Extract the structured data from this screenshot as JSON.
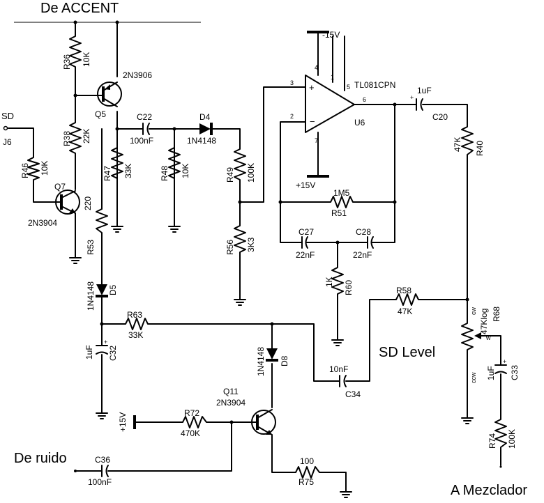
{
  "headings": {
    "de_accent": "De ACCENT",
    "de_ruido": "De ruido",
    "sd_level": "SD Level",
    "a_mezclador": "A Mezclador"
  },
  "connector": {
    "signal": "SD",
    "ref": "J6"
  },
  "transistors": {
    "q5": {
      "ref": "Q5",
      "part": "2N3906"
    },
    "q7": {
      "ref": "Q7",
      "part": "2N3904"
    },
    "q11": {
      "ref": "Q11",
      "part": "2N3904"
    }
  },
  "resistors": {
    "r36": {
      "ref": "R36",
      "value": "10K"
    },
    "r38": {
      "ref": "R38",
      "value": "22K"
    },
    "r46": {
      "ref": "R46",
      "value": "10K"
    },
    "r47": {
      "ref": "R47",
      "value": "33K"
    },
    "r48": {
      "ref": "R48",
      "value": "10K"
    },
    "r49": {
      "ref": "R49",
      "value": "100K"
    },
    "r53": {
      "ref": "R53",
      "value": "220"
    },
    "r56": {
      "ref": "R56",
      "value": "3K3"
    },
    "r51": {
      "ref": "R51",
      "value": "1M5"
    },
    "r60": {
      "ref": "R60",
      "value": "1K"
    },
    "r40": {
      "ref": "R40",
      "value": "47K"
    },
    "r58": {
      "ref": "R58",
      "value": "47K"
    },
    "r63": {
      "ref": "R63",
      "value": "33K"
    },
    "r72": {
      "ref": "R72",
      "value": "470K"
    },
    "r74": {
      "ref": "R74",
      "value": "100K"
    },
    "r75": {
      "ref": "R75",
      "value": "100"
    }
  },
  "potentiometer": {
    "ref": "R68",
    "value": "47Klog",
    "pin_ccw": "ccw",
    "pin_cw": "cw",
    "pin_w": "w"
  },
  "capacitors": {
    "c22": {
      "ref": "C22",
      "value": "100nF"
    },
    "c27": {
      "ref": "C27",
      "value": "22nF"
    },
    "c28": {
      "ref": "C28",
      "value": "22nF"
    },
    "c20": {
      "ref": "C20",
      "value": "1uF"
    },
    "c32": {
      "ref": "C32",
      "value": "1uF"
    },
    "c34": {
      "ref": "C34",
      "value": "10nF"
    },
    "c33": {
      "ref": "C33",
      "value": "1uF"
    },
    "c36": {
      "ref": "C36",
      "value": "100nF"
    }
  },
  "diodes": {
    "d4": {
      "ref": "D4",
      "part": "1N4148"
    },
    "d5": {
      "ref": "D5",
      "part": "1N4148"
    },
    "d8": {
      "ref": "D8",
      "part": "1N4148"
    }
  },
  "opamp": {
    "ref": "U6",
    "part": "TL081CPN",
    "pin_noninv": "3",
    "pin_inv": "2",
    "pin_out": "6",
    "pin_vneg": "4",
    "pin_vpos": "7",
    "pin_1": "1",
    "pin_5": "5"
  },
  "supplies": {
    "neg15": "-15V",
    "pos15_opamp": "+15V",
    "pos15_q11": "+15V"
  }
}
